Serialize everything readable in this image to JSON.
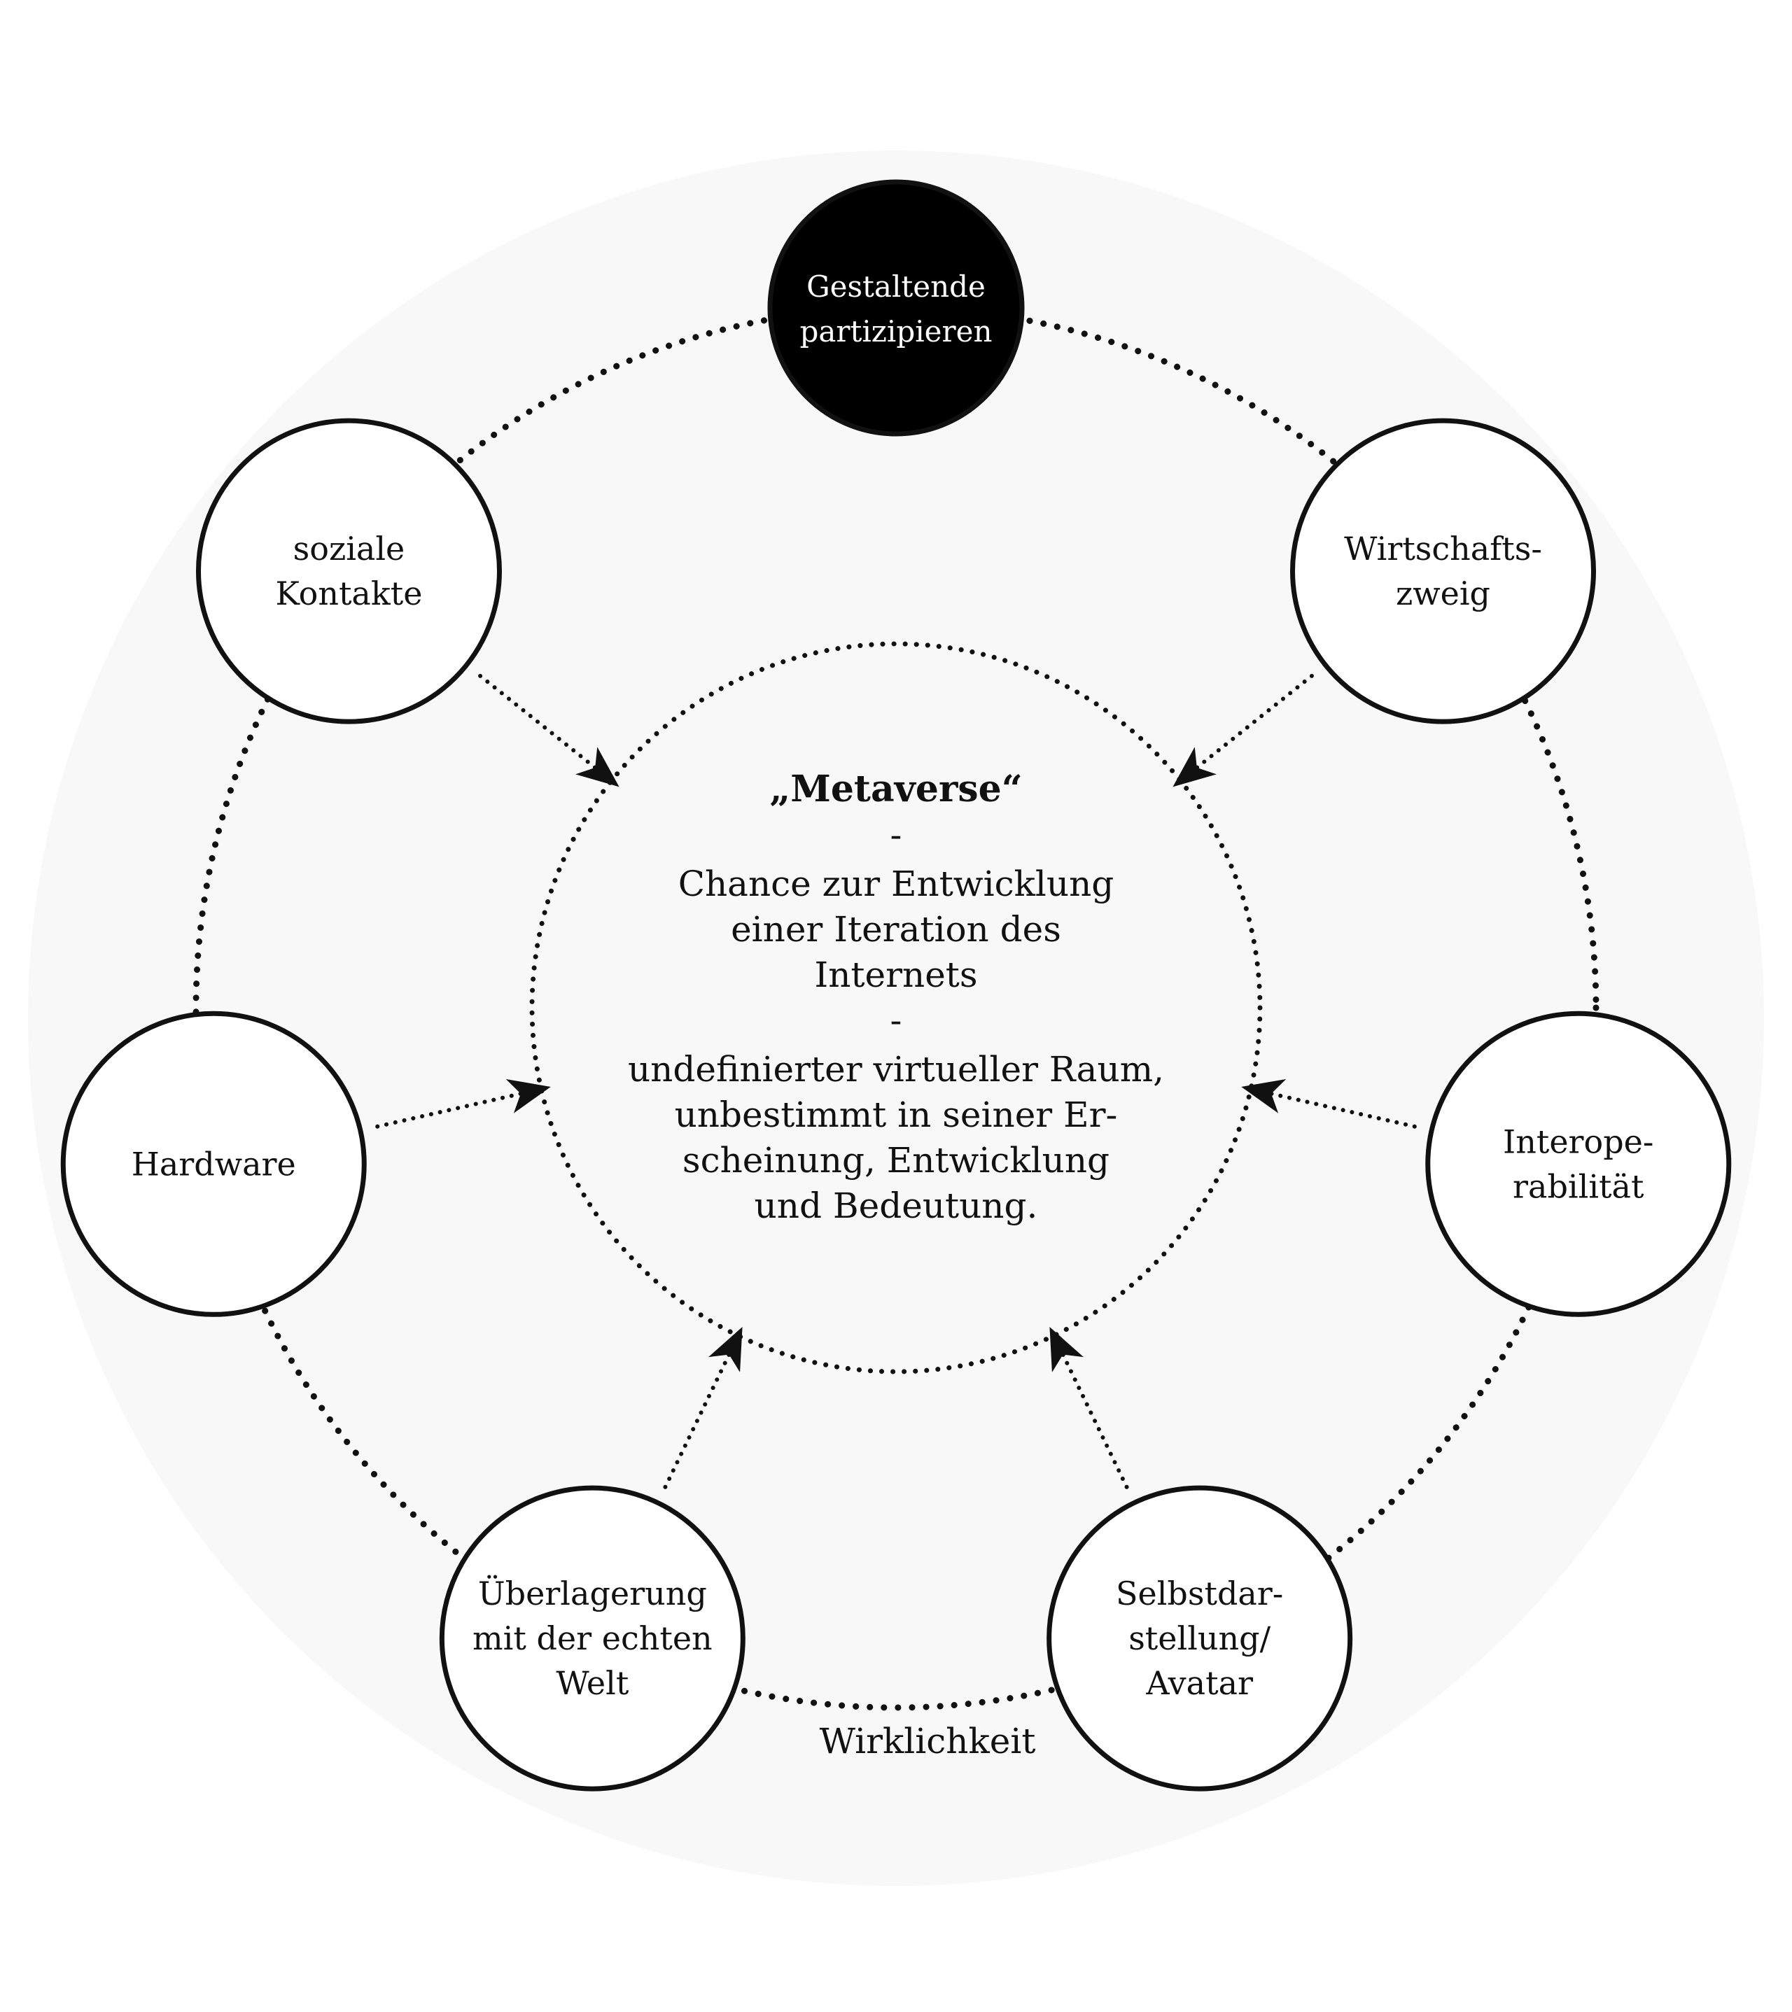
{
  "diagram": {
    "center": {
      "lines": [
        "„Metaverse“",
        "-",
        "Chance zur Entwicklung",
        "einer Iteration des",
        "Internets",
        "-",
        "undefinierter virtueller Raum,",
        "unbestimmt in seiner Er-",
        "scheinung, Entwicklung",
        "und Bedeutung."
      ]
    },
    "nodes": [
      {
        "id": "gestaltende",
        "lines": [
          "Gestaltende",
          "partizipieren"
        ],
        "filled": true
      },
      {
        "id": "wirtschaft",
        "lines": [
          "Wirtschafts-",
          "zweig"
        ],
        "filled": false
      },
      {
        "id": "interop",
        "lines": [
          "Interope-",
          "rabilität"
        ],
        "filled": false
      },
      {
        "id": "selbst",
        "lines": [
          "Selbstdar-",
          "stellung/",
          "Avatar"
        ],
        "filled": false
      },
      {
        "id": "ueberlagerung",
        "lines": [
          "Überlagerung",
          "mit der echten",
          "Welt"
        ],
        "filled": false
      },
      {
        "id": "hardware",
        "lines": [
          "Hardware"
        ],
        "filled": false
      },
      {
        "id": "sozial",
        "lines": [
          "soziale",
          "Kontakte"
        ],
        "filled": false
      }
    ],
    "outer_label": "Wirklichkeit",
    "colors": {
      "outer_disc": "#f8f8f8",
      "ink": "#111111",
      "node_fill": "#ffffff",
      "node_fill_dark": "#000000",
      "node_text_dark": "#ffffff"
    }
  }
}
